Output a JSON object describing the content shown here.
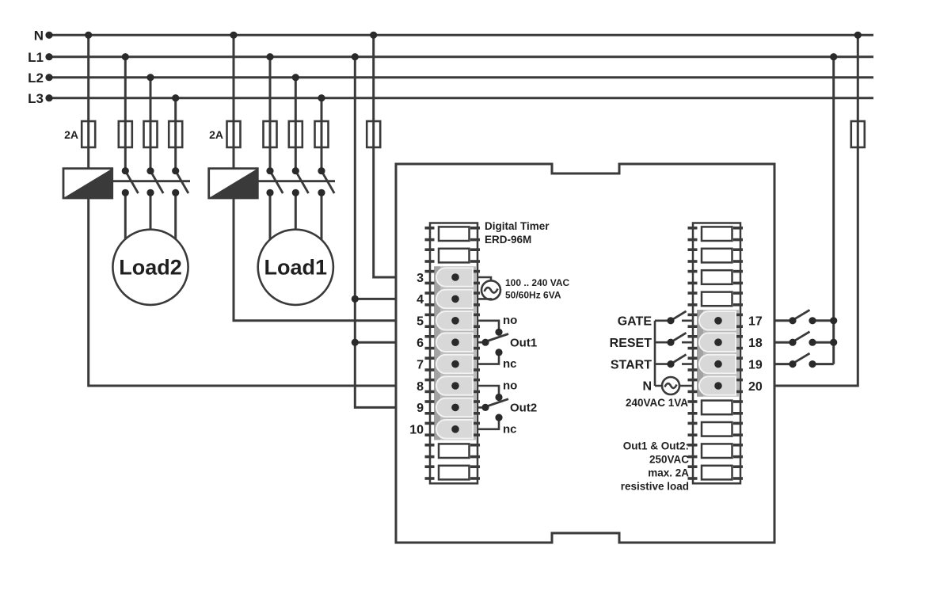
{
  "colors": {
    "wire": "#3a3a3a",
    "text": "#1f1f1f",
    "terminal_strip_gray": "#b9b9b9",
    "clamp_gray": "#d8d8d8",
    "background": "#ffffff"
  },
  "bus": {
    "labels": [
      "N",
      "L1",
      "L2",
      "L3"
    ]
  },
  "load2_branch": {
    "fuse_label": "2A",
    "load_label": "Load2"
  },
  "load1_branch": {
    "fuse_label": "2A",
    "load_label": "Load1"
  },
  "device": {
    "title_line1": "Digital Timer",
    "title_line2": "ERD-96M",
    "left_terminals": [
      "3",
      "4",
      "5",
      "6",
      "7",
      "8",
      "9",
      "10"
    ],
    "right_terminals": [
      "17",
      "18",
      "19",
      "20"
    ],
    "supply_line1": "100 .. 240 VAC",
    "supply_line2": "50/60Hz 6VA",
    "out1": {
      "no_label": "no",
      "name": "Out1",
      "nc_label": "nc"
    },
    "out2": {
      "no_label": "no",
      "name": "Out2",
      "nc_label": "nc"
    },
    "control_labels": [
      "GATE",
      "RESET",
      "START",
      "N"
    ],
    "control_supply": "240VAC 1VA",
    "output_rating_lines": [
      "Out1 & Out2:",
      "250VAC",
      "max. 2A",
      "resistive load"
    ]
  }
}
